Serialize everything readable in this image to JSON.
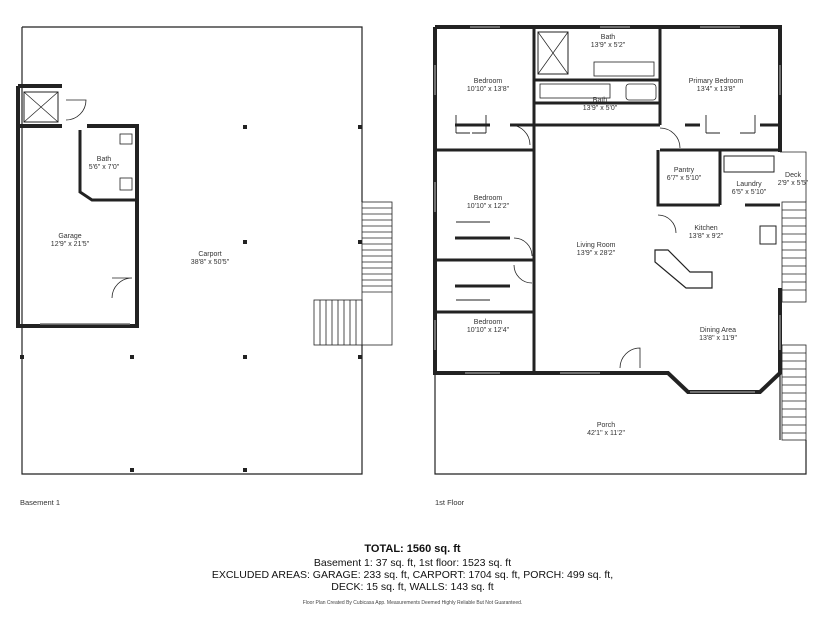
{
  "basement": {
    "floor_label": "Basement 1",
    "rooms": [
      {
        "id": "garage",
        "name": "Garage",
        "dims": "12'9\" x 21'5\""
      },
      {
        "id": "bath",
        "name": "Bath",
        "dims": "5'6\" x 7'0\""
      },
      {
        "id": "carport",
        "name": "Carport",
        "dims": "38'8\" x 50'5\""
      }
    ]
  },
  "first_floor": {
    "floor_label": "1st Floor",
    "rooms": [
      {
        "id": "bedroom1",
        "name": "Bedroom",
        "dims": "10'10\" x 13'8\""
      },
      {
        "id": "bath_top",
        "name": "Bath",
        "dims": "13'9\" x 5'2\""
      },
      {
        "id": "bath_mid",
        "name": "Bath",
        "dims": "13'9\" x 5'0\""
      },
      {
        "id": "primary",
        "name": "Primary Bedroom",
        "dims": "13'4\" x 13'8\""
      },
      {
        "id": "bedroom2",
        "name": "Bedroom",
        "dims": "10'10\" x 12'2\""
      },
      {
        "id": "pantry",
        "name": "Pantry",
        "dims": "6'7\" x 5'10\""
      },
      {
        "id": "laundry",
        "name": "Laundry",
        "dims": "6'5\" x 5'10\""
      },
      {
        "id": "deck",
        "name": "Deck",
        "dims": "2'9\" x 5'5\""
      },
      {
        "id": "kitchen",
        "name": "Kitchen",
        "dims": "13'8\" x 9'2\""
      },
      {
        "id": "living",
        "name": "Living Room",
        "dims": "13'9\" x 28'2\""
      },
      {
        "id": "bedroom3",
        "name": "Bedroom",
        "dims": "10'10\" x 12'4\""
      },
      {
        "id": "dining",
        "name": "Dining Area",
        "dims": "13'8\" x 11'9\""
      },
      {
        "id": "porch",
        "name": "Porch",
        "dims": "42'1\" x 11'2\""
      }
    ]
  },
  "summary": {
    "total": "TOTAL: 1560 sq. ft",
    "line1": "Basement 1: 37 sq. ft, 1st floor: 1523 sq. ft",
    "line2": "EXCLUDED AREAS: GARAGE: 233 sq. ft, CARPORT: 1704 sq. ft, PORCH: 499 sq. ft,",
    "line3": "DECK: 15 sq. ft, WALLS: 143 sq. ft",
    "disclaimer": "Floor Plan Created By Cubicasa App. Measurements Deemed Highly Reliable But Not Guaranteed."
  }
}
